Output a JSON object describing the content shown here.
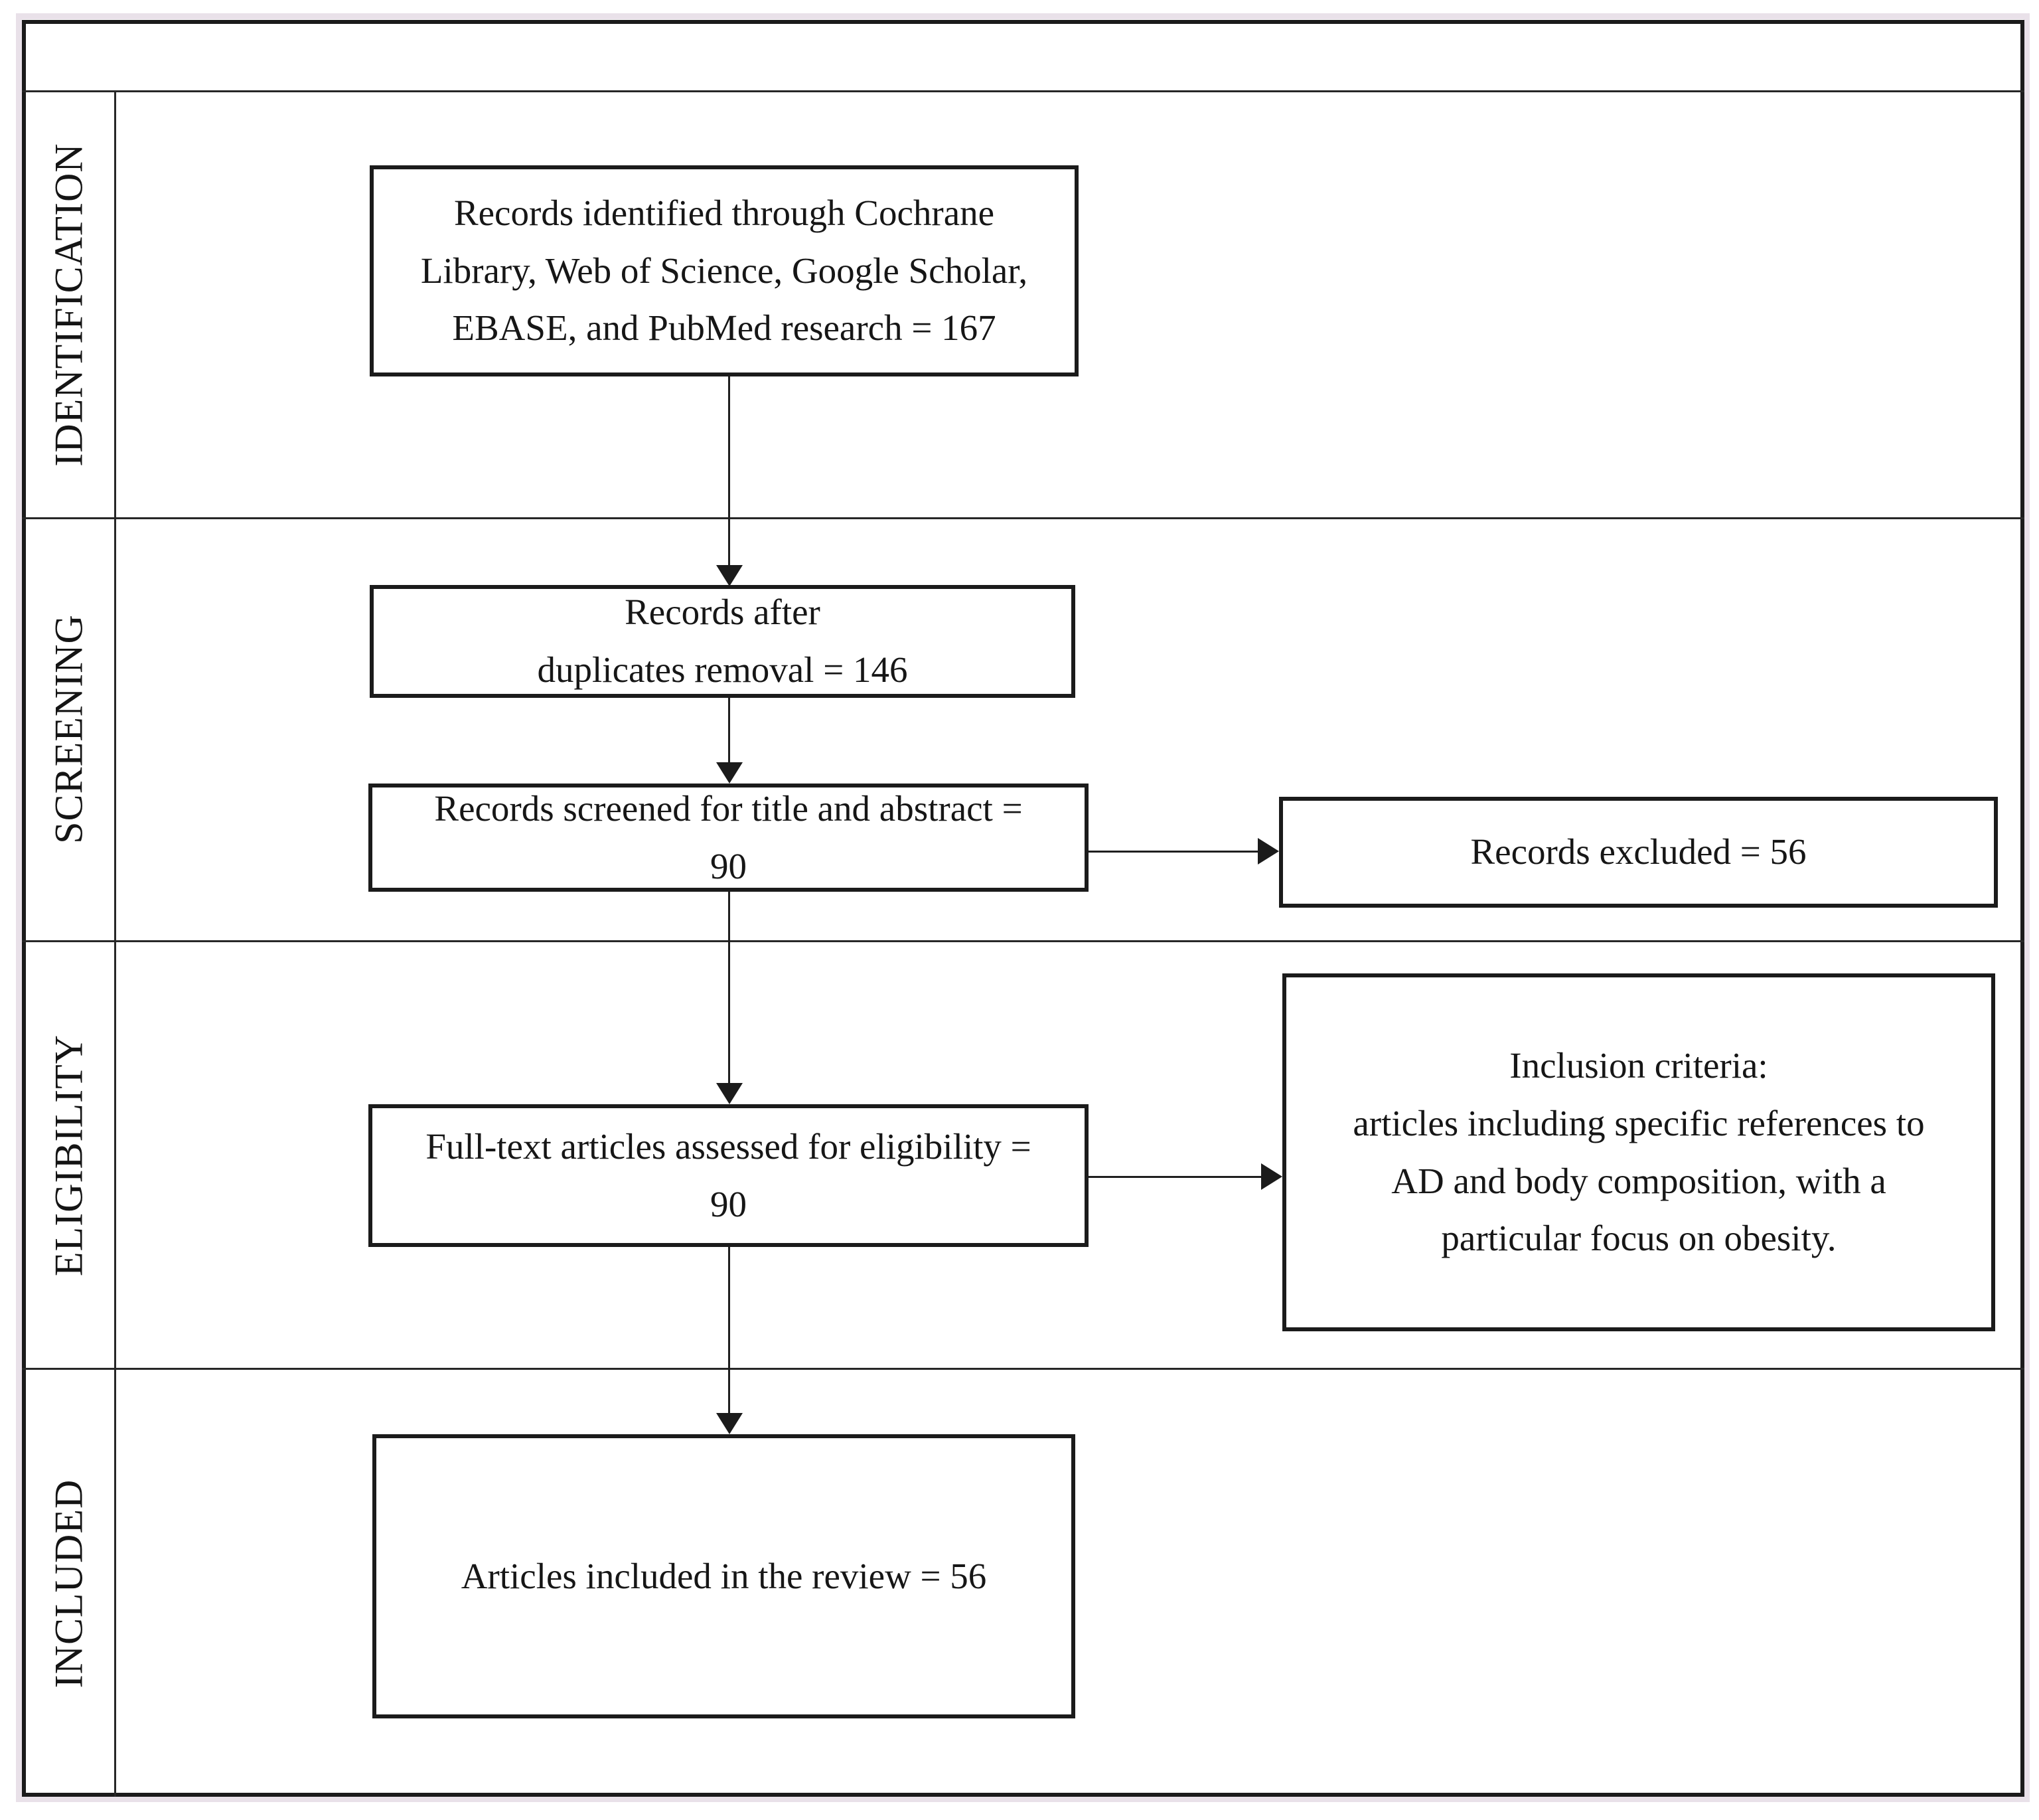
{
  "diagram": {
    "kind": "systematic-review-flow",
    "stages": [
      {
        "label": "IDENTIFICATION"
      },
      {
        "label": "SCREENING"
      },
      {
        "label": "ELIGIBILITY"
      },
      {
        "label": "INCLUDED"
      }
    ],
    "boxes": {
      "identified": "Records identified through Cochrane\nLibrary, Web of Science, Google Scholar,\nEBASE, and PubMed research = 167",
      "after_duplicates": "Records after\nduplicates removal = 146",
      "screened": "Records screened for title and abstract =\n90",
      "excluded": "Records excluded = 56",
      "fulltext": "Full-text articles assessed for eligibility =\n90",
      "criteria": "Inclusion criteria:\narticles including specific references to\nAD and body composition, with a\nparticular focus on obesity.",
      "included": "Articles included in the review = 56"
    },
    "counts": {
      "identified": 167,
      "after_duplicates": 146,
      "screened": 90,
      "records_excluded": 56,
      "fulltext_assessed": 90,
      "articles_included": 56
    },
    "colors": {
      "line": "#1b1b1b",
      "frame_accent": "#e9e1e9",
      "background": "#ffffff"
    }
  }
}
